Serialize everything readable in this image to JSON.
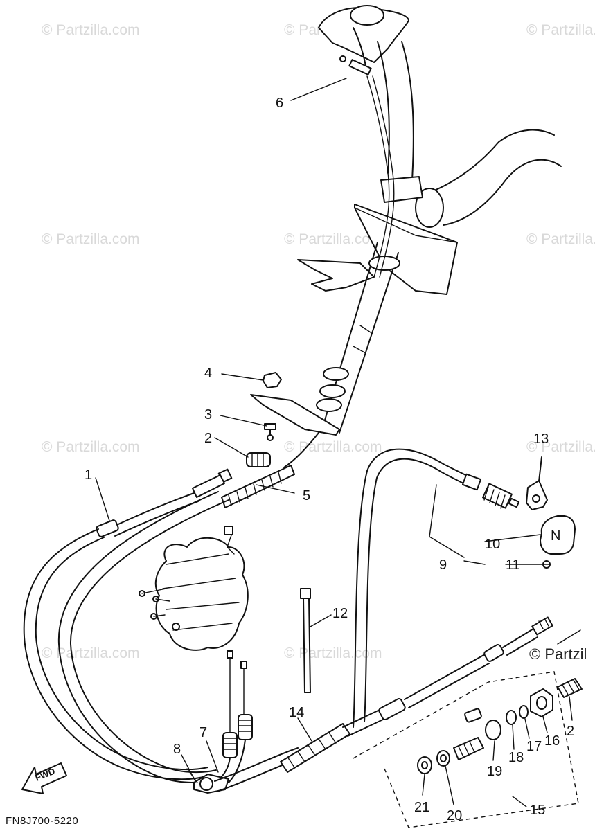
{
  "diagram": {
    "drawing_code": "FN8J700-5220",
    "fwd_label": "FWD",
    "neutral_tag_letter": "N",
    "watermark": "© Partzilla.com",
    "watermark_edge": "© Partzil",
    "callouts": [
      "1",
      "2",
      "3",
      "4",
      "5",
      "6",
      "7",
      "8",
      "9",
      "10",
      "11",
      "12",
      "13",
      "14",
      "15",
      "16",
      "17",
      "18",
      "19",
      "20",
      "21",
      "2"
    ]
  }
}
